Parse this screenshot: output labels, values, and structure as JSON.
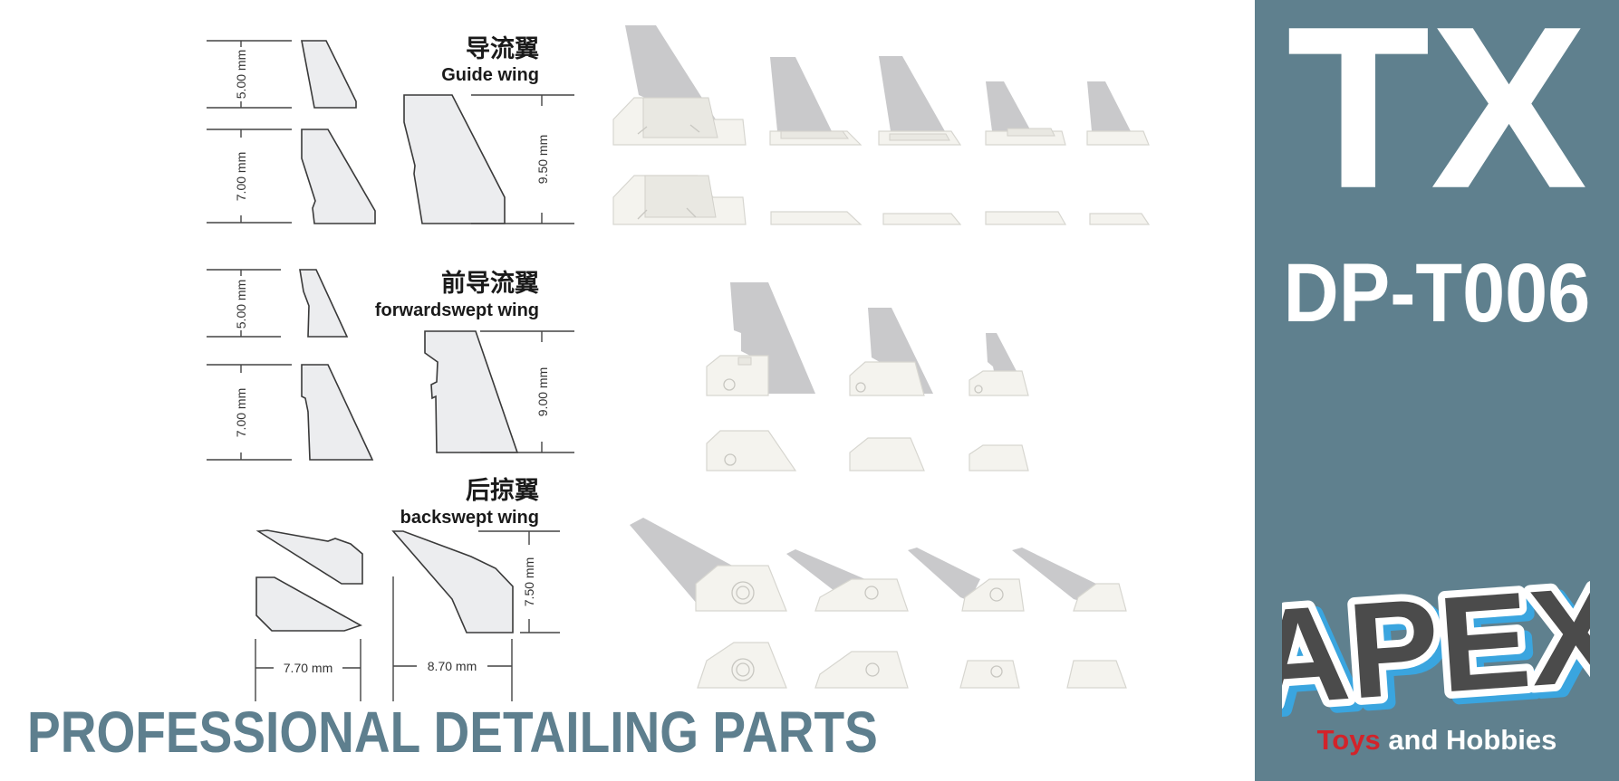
{
  "sections": [
    {
      "zh": "导流翼",
      "en": "Guide wing",
      "dims": [
        "5.00 mm",
        "7.00 mm",
        "9.50 mm"
      ]
    },
    {
      "zh": "前导流翼",
      "en": "forwardswept wing",
      "dims": [
        "5.00 mm",
        "7.00 mm",
        "9.00 mm"
      ]
    },
    {
      "zh": "后掠翼",
      "en": "backswept wing",
      "dims": [
        "7.70 mm",
        "8.70 mm",
        "7.50 mm"
      ]
    }
  ],
  "footer": {
    "title": "PROFESSIONAL DETAILING PARTS"
  },
  "brand": {
    "series": "TX",
    "code": "DP-T006",
    "logo_text": "APEX",
    "tagline_red": "Toys",
    "tagline_white": " and Hobbies",
    "panel_color": "#5f808e",
    "accent_red": "#d2232a",
    "logo_blue": "#3aa5df"
  }
}
